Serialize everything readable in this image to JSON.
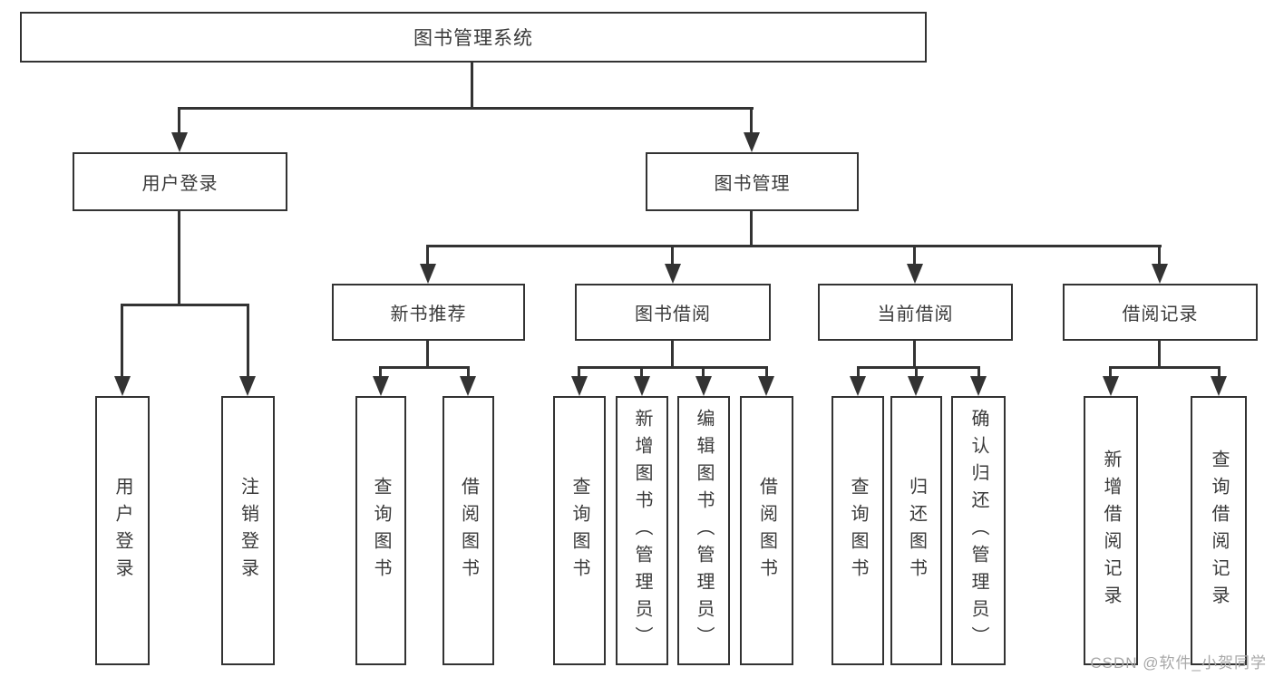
{
  "diagram": {
    "title": "图书管理系统",
    "watermark": "CSDN @软件_小贺同学",
    "colors": {
      "line": "#333333",
      "box_border": "#333333",
      "box_fill": "#ffffff",
      "text": "#3a3a3a",
      "watermark": "#a8a8a8"
    },
    "nodes": {
      "root": {
        "label": "图书管理系统"
      },
      "level1": [
        {
          "label": "用户登录"
        },
        {
          "label": "图书管理"
        }
      ],
      "level2": [
        {
          "label": "新书推荐"
        },
        {
          "label": "图书借阅"
        },
        {
          "label": "当前借阅"
        },
        {
          "label": "借阅记录"
        }
      ],
      "leaves": [
        {
          "label": "用户登录"
        },
        {
          "label": "注销登录"
        },
        {
          "label": "查询图书"
        },
        {
          "label": "借阅图书"
        },
        {
          "label": "查询图书"
        },
        {
          "label": "新增图书（管理员）"
        },
        {
          "label": "编辑图书（管理员）"
        },
        {
          "label": "借阅图书"
        },
        {
          "label": "查询图书"
        },
        {
          "label": "归还图书"
        },
        {
          "label": "确认归还（管理员）"
        },
        {
          "label": "新增借阅记录"
        },
        {
          "label": "查询借阅记录"
        }
      ]
    }
  }
}
